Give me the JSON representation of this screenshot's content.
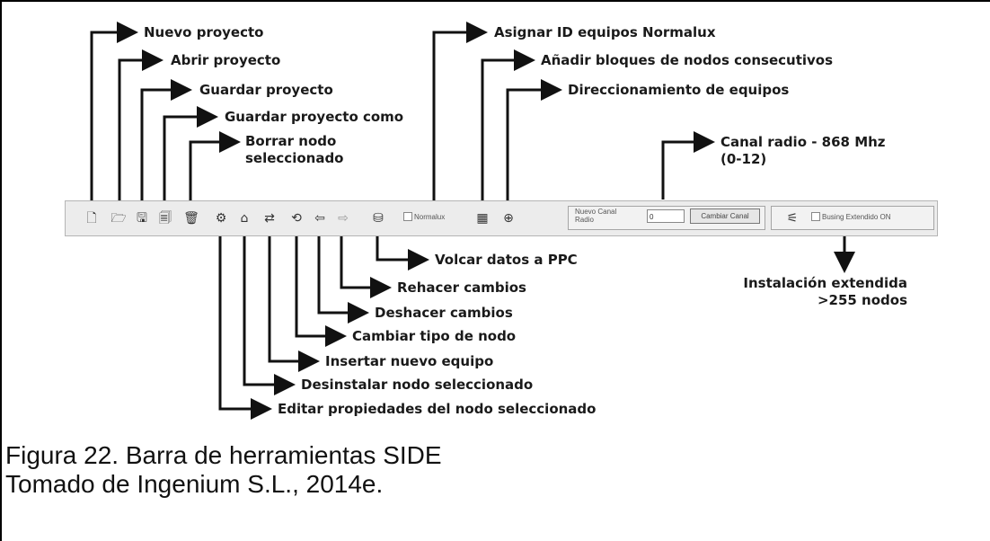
{
  "labels": {
    "nuevo": "Nuevo proyecto",
    "abrir": "Abrir proyecto",
    "guardar": "Guardar proyecto",
    "guardar_como": "Guardar proyecto como",
    "borrar": "Borrar nodo\nseleccionado",
    "asignar": "Asignar ID equipos Normalux",
    "anadir": "Añadir bloques de nodos consecutivos",
    "direccionamiento": "Direccionamiento de equipos",
    "canal": "Canal radio - 868 Mhz\n(0-12)",
    "volcar": "Volcar datos a PPC",
    "rehacer": "Rehacer cambios",
    "deshacer": "Deshacer cambios",
    "cambiar_tipo": "Cambiar tipo de nodo",
    "insertar": "Insertar nuevo equipo",
    "desinstalar": "Desinstalar nodo seleccionado",
    "editar": "Editar propiedades del nodo seleccionado",
    "instalacion": "Instalación extendida\n>255 nodos"
  },
  "toolbar": {
    "icons": [
      {
        "name": "new-file-icon",
        "glyph": "🗋"
      },
      {
        "name": "open-folder-icon",
        "glyph": "🗁"
      },
      {
        "name": "save-icon",
        "glyph": "🖫"
      },
      {
        "name": "save-as-icon",
        "glyph": "🗐"
      },
      {
        "name": "delete-icon",
        "glyph": "🗑"
      },
      {
        "name": "edit-properties-icon",
        "glyph": "⚙"
      },
      {
        "name": "uninstall-node-icon",
        "glyph": "⌂"
      },
      {
        "name": "insert-equipment-icon",
        "glyph": "⇄"
      },
      {
        "name": "change-node-type-icon",
        "glyph": "⟲"
      },
      {
        "name": "undo-icon",
        "glyph": "⇦"
      },
      {
        "name": "redo-icon",
        "glyph": "⇨"
      },
      {
        "name": "export-ppc-icon",
        "glyph": "⛁"
      },
      {
        "name": "add-blocks-icon",
        "glyph": "▦"
      },
      {
        "name": "addressing-icon",
        "glyph": "⊕"
      }
    ],
    "normalux_check_label": "Normalux",
    "channel_label": "Nuevo Canal\nRadio",
    "channel_value": "0",
    "change_channel_button": "Cambiar Canal",
    "extended_label": "Busing Extendido ON"
  },
  "caption": {
    "line1": "Figura 22. Barra de herramientas SIDE",
    "line2": "Tomado de Ingenium S.L., 2014e."
  }
}
